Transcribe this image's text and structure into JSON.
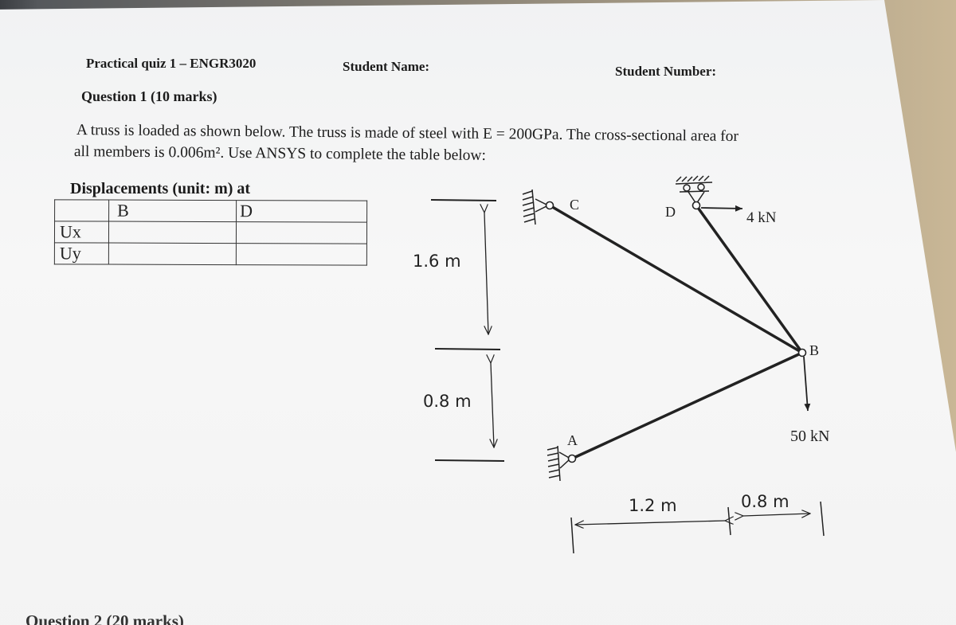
{
  "header": {
    "quiz_title": "Practical quiz 1 – ENGR3020",
    "student_name_label": "Student Name:",
    "student_number_label": "Student Number:"
  },
  "question1": {
    "heading": "Question 1 (10 marks)",
    "body_line1": "A truss is loaded as shown below. The truss is made of steel with E = 200GPa. The cross-sectional area for",
    "body_line2": "all members is 0.006m². Use ANSYS to complete the table below:"
  },
  "table": {
    "caption": "Displacements (unit: m) at",
    "columns": [
      "B",
      "D"
    ],
    "rows": [
      "Ux",
      "Uy"
    ]
  },
  "figure": {
    "nodes": {
      "C": "C",
      "D": "D",
      "B": "B",
      "A": "A"
    },
    "loads": {
      "horizontal": "4 kN",
      "vertical": "50 kN"
    },
    "dims": {
      "upper_vertical": "1.6 m",
      "lower_vertical": "0.8 m",
      "horizontal_left": "1.2 m",
      "horizontal_right": "0.8 m"
    }
  },
  "footer": {
    "question2_heading": "Question 2 (20 marks)"
  }
}
